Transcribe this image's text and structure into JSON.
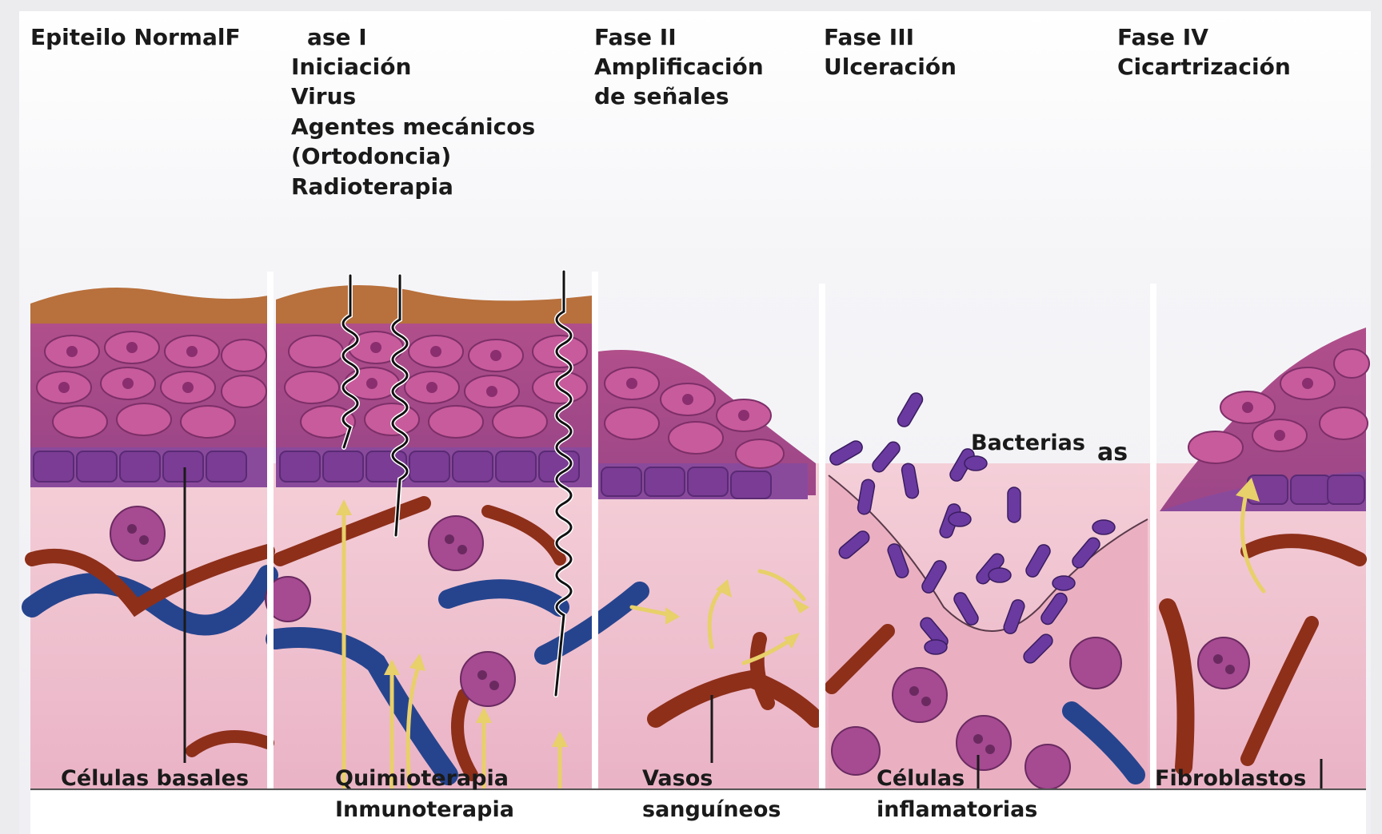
{
  "phases": [
    {
      "id": "normal",
      "lines": [
        "Epiteilo NormalF"
      ]
    },
    {
      "id": "phase1",
      "lines": [
        "ase I",
        "Iniciación",
        "Virus",
        "Agentes mecánicos",
        "(Ortodoncia)",
        "Radioterapia"
      ]
    },
    {
      "id": "phase2",
      "lines": [
        "Fase II",
        "Amplificación",
        "de señales"
      ]
    },
    {
      "id": "phase3",
      "lines": [
        "Fase III",
        "Ulceración"
      ]
    },
    {
      "id": "phase4",
      "lines": [
        "Fase IV",
        "Cicartrización"
      ]
    }
  ],
  "labels": {
    "basal_cells": "Células basales",
    "chemo_line1": "Quimioterapia",
    "chemo_line2": "Inmunoterapia",
    "vessels_line1": "Vasos",
    "vessels_line2": "sanguíneos",
    "inflam_line1": "Células",
    "inflam_line2": "inflamatorias",
    "fibroblasts": "Fibroblastos",
    "bacteria": "Bacterias",
    "bacteria_artifact": "as"
  },
  "colors": {
    "epithelium": "#b9538f",
    "basal_layer": "#8a4a9c",
    "keratin": "#b8703c",
    "connective_tissue": "#f1c6d2",
    "vessel_red": "#8e2f1a",
    "vessel_blue": "#26448e",
    "inflammatory_cell": "#9c3c84",
    "arrow_yellow": "#e8d06a",
    "bacteria": "#6a3aa0"
  }
}
